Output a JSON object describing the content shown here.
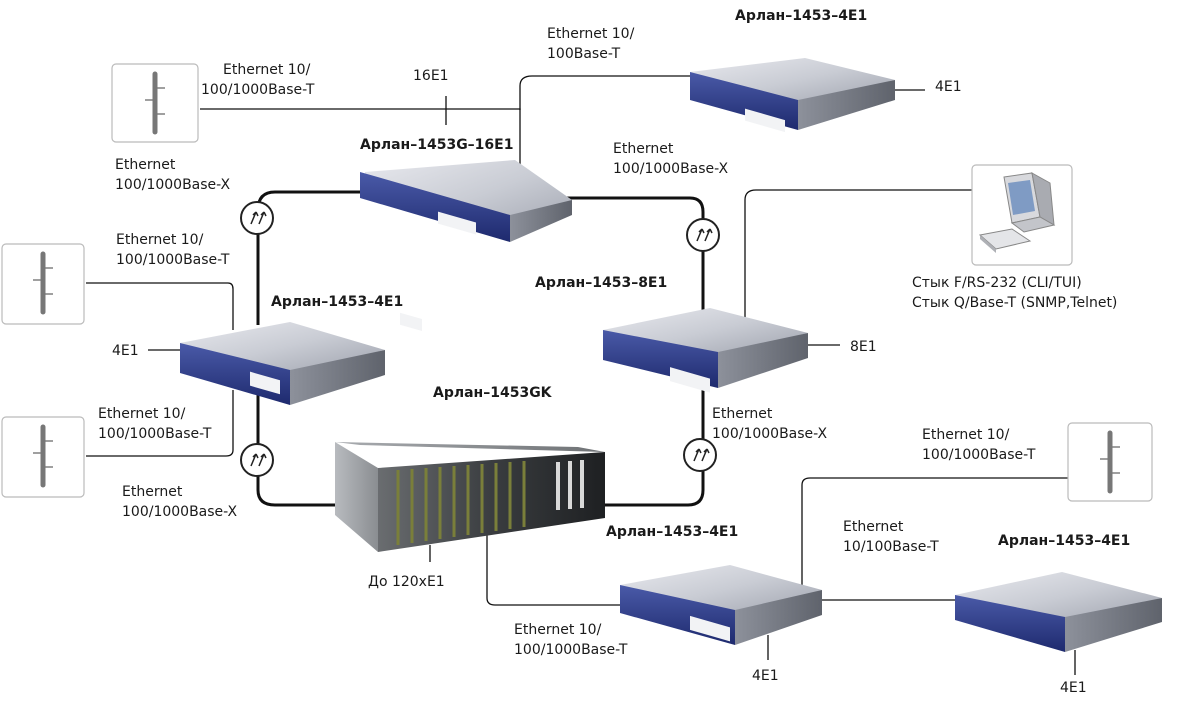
{
  "devices": {
    "hub16": "Арлан–1453G–16E1",
    "top4": "Арлан–1453–4E1",
    "left4": "Арлан–1453–4E1",
    "mid8": "Арлан–1453–8E1",
    "gk": "Арлан–1453GK",
    "bottom4a": "Арлан–1453–4E1",
    "bottom4b": "Арлан–1453–4E1"
  },
  "ports": {
    "e16": "16E1",
    "top_4e1": "4E1",
    "left_4e1": "4E1",
    "mid_8e1": "8E1",
    "gk_120": "До 120хE1",
    "b1_4e1": "4E1",
    "b2_4e1": "4E1"
  },
  "links": {
    "tl_1": "Ethernet 10/",
    "tl_2": "100/1000Base-T",
    "l_x_1": "Ethernet",
    "l_x_2": "100/1000Base-X",
    "top_1": "Ethernet 10/",
    "top_2": "100Base-T",
    "rx_1": "Ethernet",
    "rx_2": "100/1000Base-X",
    "ml_1": "Ethernet 10/",
    "ml_2": "100/1000Base-T",
    "ll_1": "Ethernet 10/",
    "ll_2": "100/1000Base-T",
    "bl_1": "Ethernet",
    "bl_2": "100/1000Base-X",
    "mr_1": "Ethernet",
    "mr_2": "100/1000Base-X",
    "rr_1": "Ethernet 10/",
    "rr_2": "100/1000Base-T",
    "bm_1": "Ethernet",
    "bm_2": "10/100Base-T",
    "bb_1": "Ethernet 10/",
    "bb_2": "100/1000Base-T"
  },
  "pc": {
    "line1": "Стык F/RS-232 (CLI/TUI)",
    "line2": "Стык Q/Base-T (SNMP,Telnet)"
  }
}
